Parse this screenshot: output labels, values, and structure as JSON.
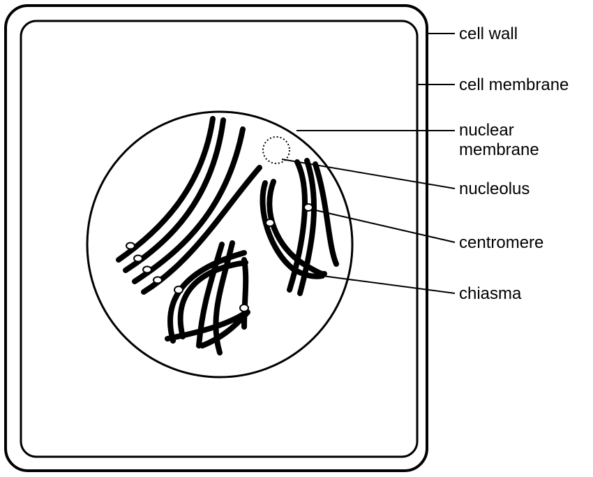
{
  "labels": {
    "cell_wall": "cell wall",
    "cell_membrane": "cell membrane",
    "nuclear_membrane_line1": "nuclear",
    "nuclear_membrane_line2": "membrane",
    "nucleolus": "nucleolus",
    "centromere": "centromere",
    "chiasma": "chiasma"
  },
  "colors": {
    "ink": "#000000",
    "background": "#ffffff"
  }
}
